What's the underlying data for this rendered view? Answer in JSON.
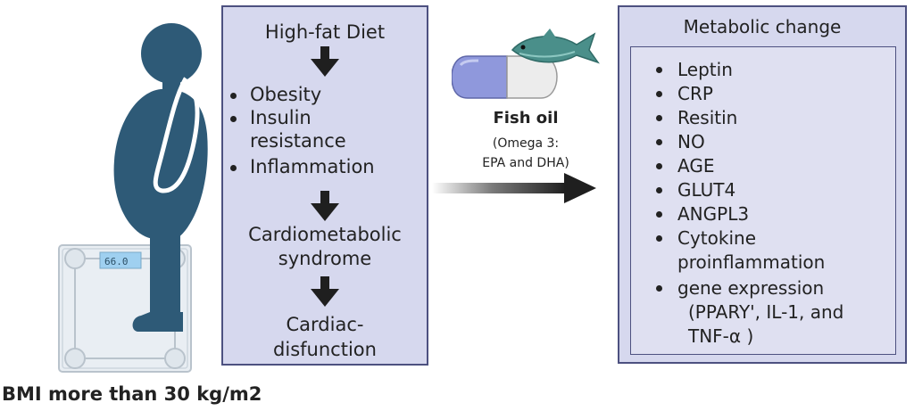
{
  "figure": {
    "scale_display": "66.0",
    "bmi_label": "BMI more than 30 kg/m2"
  },
  "left_box": {
    "title": "High-fat Diet",
    "bullets": [
      "Obesity",
      "Insulin",
      "resistance",
      "Inflammation"
    ],
    "step2_line1": "Cardiometabolic",
    "step2_line2": "syndrome",
    "step3_line1": "Cardiac-",
    "step3_line2": "disfunction"
  },
  "fish_oil": {
    "title": "Fish oil",
    "sub_line1": "(Omega 3:",
    "sub_line2": "EPA and DHA)"
  },
  "right_box": {
    "title": "Metabolic change",
    "items": [
      "Leptin",
      "CRP",
      "Resitin",
      "NO",
      "AGE",
      "GLUT4",
      "ANGPL3",
      "Cytokine",
      "proinflammation",
      "gene expression",
      "(PPARY', IL-1, and",
      "TNF-α )"
    ]
  },
  "colors": {
    "figure": "#2e5a77",
    "box_fill": "#d6d8ee",
    "box_border": "#4d5180",
    "arrow": "#1f1f1f",
    "capsule": "#8f98dc",
    "fish": "#4a8f8a"
  }
}
